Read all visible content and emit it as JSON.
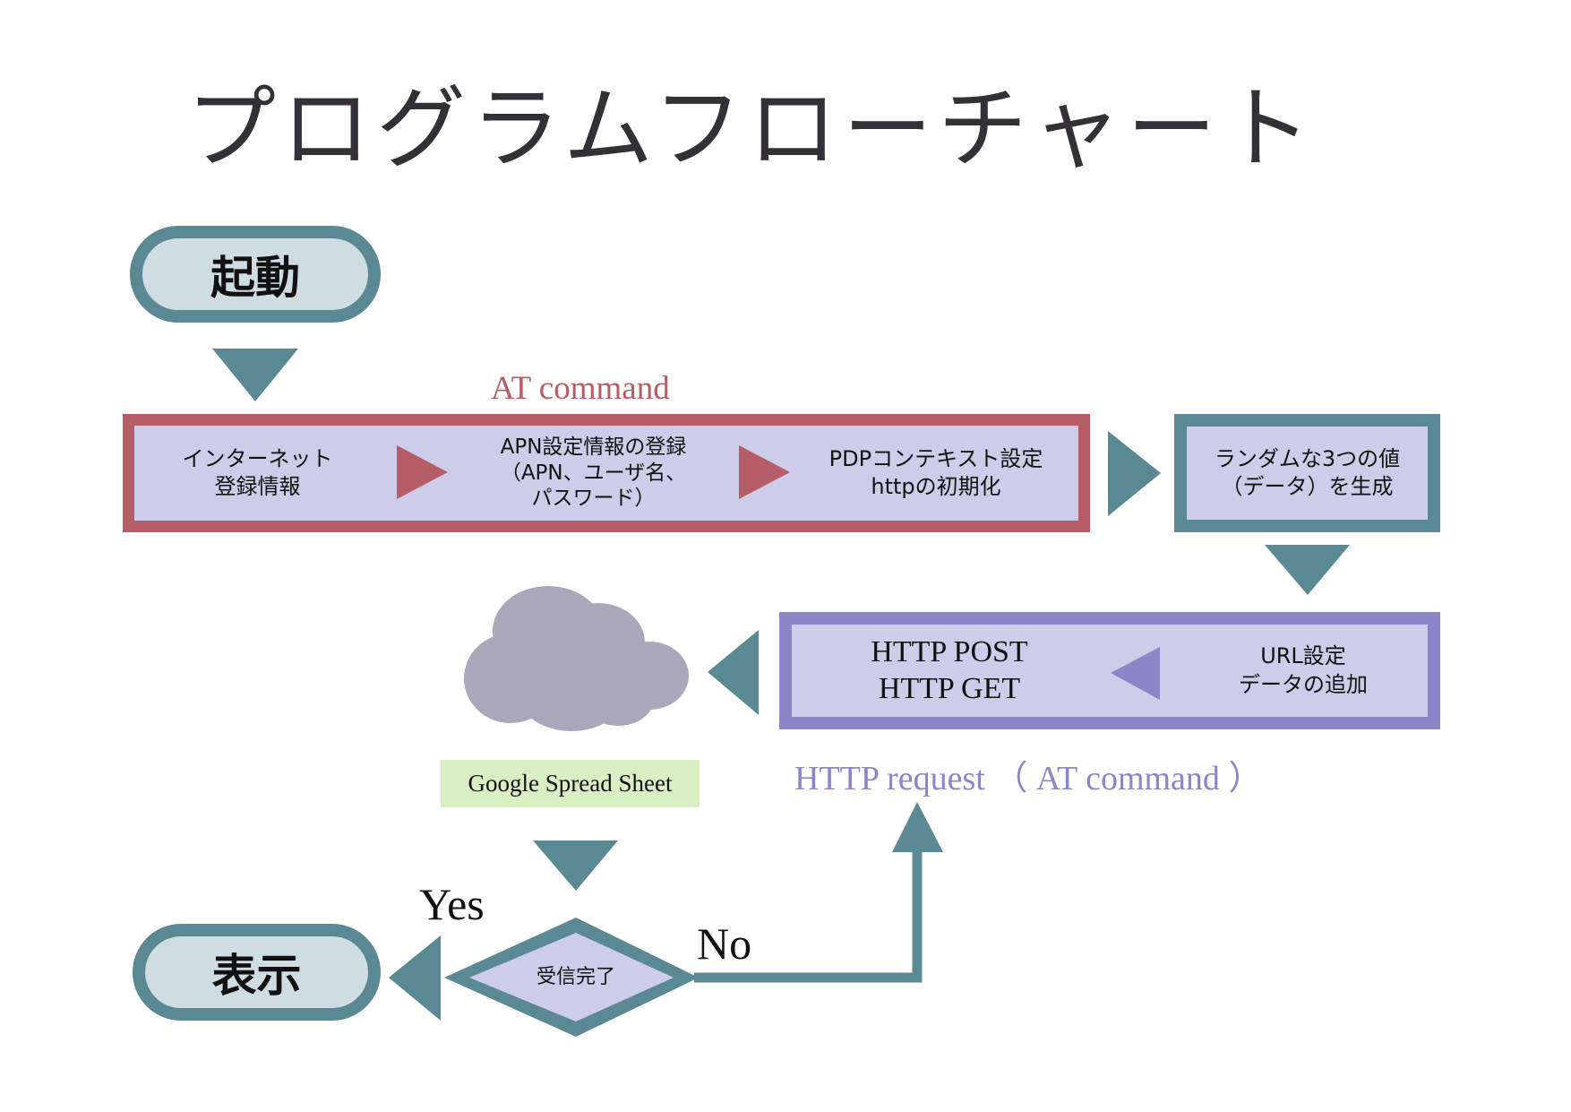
{
  "title": "プログラムフローチャート",
  "colors": {
    "teal": "#5a8893",
    "red": "#b55e68",
    "purple": "#8a86c8",
    "box_fill": "#cdcce9",
    "pill_fill": "#cfdde2",
    "cloud": "#aaa7bb",
    "sheet_label_bg": "#d9eec3"
  },
  "start": {
    "label": "起動"
  },
  "end": {
    "label": "表示"
  },
  "at_group": {
    "label": "AT command",
    "steps": [
      {
        "line1": "インターネット",
        "line2": "登録情報"
      },
      {
        "line1": "APN設定情報の登録",
        "line2": "（APN、ユーザ名、",
        "line3": "パスワード）"
      },
      {
        "line1": "PDPコンテキスト設定",
        "line2": "httpの初期化"
      }
    ]
  },
  "generate": {
    "line1": "ランダムな3つの値",
    "line2": "（データ）を生成"
  },
  "http_group": {
    "label": "HTTP request （ AT command ）",
    "steps": [
      {
        "line1": "URL設定",
        "line2": "データの追加"
      },
      {
        "line1": "HTTP POST",
        "line2": "HTTP GET"
      }
    ]
  },
  "cloud": {
    "label": "Google Spread Sheet"
  },
  "decision": {
    "label": "受信完了",
    "yes": "Yes",
    "no": "No"
  }
}
